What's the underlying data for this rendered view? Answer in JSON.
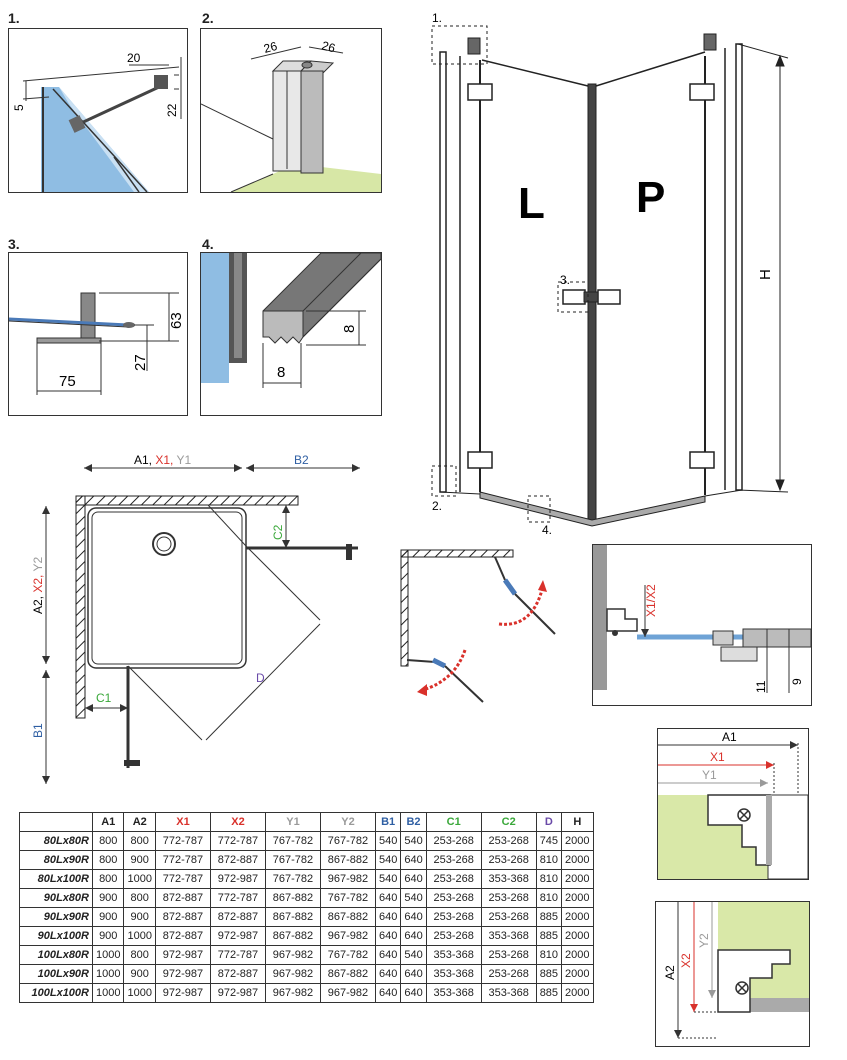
{
  "details": [
    {
      "number": "1.",
      "dims": {
        "top": "20",
        "side_left": "5",
        "side_right": "22"
      }
    },
    {
      "number": "2.",
      "dims": {
        "a": "26",
        "b": "26"
      }
    },
    {
      "number": "3.",
      "dims": {
        "height": "63",
        "lower": "27",
        "width": "75"
      }
    },
    {
      "number": "4.",
      "dims": {
        "height": "8",
        "width": "8"
      }
    }
  ],
  "main_drawing": {
    "left_label": "L",
    "right_label": "P",
    "height_label": "H",
    "callouts": [
      "1.",
      "2.",
      "3.",
      "4."
    ]
  },
  "plan": {
    "top_dim": {
      "a": "A1, ",
      "x": "X1, ",
      "y": "Y1"
    },
    "b2": "B2",
    "left_dim": {
      "a": "A2, ",
      "x": "X2, ",
      "y": "Y2"
    },
    "c2": "C2",
    "c1": "C1",
    "d": "D",
    "b1": "B1"
  },
  "adjust": {
    "x1x2": "X1/X2",
    "d11": "11",
    "d9": "9"
  },
  "top_detail": {
    "a1": "A1",
    "x1": "X1",
    "y1": "Y1"
  },
  "side_detail": {
    "a2": "A2",
    "x2": "X2",
    "y2": "Y2"
  },
  "colors": {
    "red": "#d9312b",
    "green": "#3aa83a",
    "blue": "#2f5fa3",
    "purple": "#6a4aa8",
    "grey": "#9a9a9a",
    "glass": "#9fc6e8",
    "lime": "#d9e8a8"
  },
  "table": {
    "headers": [
      "",
      "A1",
      "A2",
      "X1",
      "X2",
      "Y1",
      "Y2",
      "B1",
      "B2",
      "C1",
      "C2",
      "D",
      "H"
    ],
    "rows": [
      [
        "80Lx80R",
        "800",
        "800",
        "772-787",
        "772-787",
        "767-782",
        "767-782",
        "540",
        "540",
        "253-268",
        "253-268",
        "745",
        "2000"
      ],
      [
        "80Lx90R",
        "800",
        "900",
        "772-787",
        "872-887",
        "767-782",
        "867-882",
        "540",
        "640",
        "253-268",
        "253-268",
        "810",
        "2000"
      ],
      [
        "80Lx100R",
        "800",
        "1000",
        "772-787",
        "972-987",
        "767-782",
        "967-982",
        "540",
        "640",
        "253-268",
        "353-368",
        "810",
        "2000"
      ],
      [
        "90Lx80R",
        "900",
        "800",
        "872-887",
        "772-787",
        "867-882",
        "767-782",
        "640",
        "540",
        "253-268",
        "253-268",
        "810",
        "2000"
      ],
      [
        "90Lx90R",
        "900",
        "900",
        "872-887",
        "872-887",
        "867-882",
        "867-882",
        "640",
        "640",
        "253-268",
        "253-268",
        "885",
        "2000"
      ],
      [
        "90Lx100R",
        "900",
        "1000",
        "872-887",
        "972-987",
        "867-882",
        "967-982",
        "640",
        "640",
        "253-268",
        "353-368",
        "885",
        "2000"
      ],
      [
        "100Lx80R",
        "1000",
        "800",
        "972-987",
        "772-787",
        "967-982",
        "767-782",
        "640",
        "540",
        "353-368",
        "253-268",
        "810",
        "2000"
      ],
      [
        "100Lx90R",
        "1000",
        "900",
        "972-987",
        "872-887",
        "967-982",
        "867-882",
        "640",
        "640",
        "353-368",
        "253-268",
        "885",
        "2000"
      ],
      [
        "100Lx100R",
        "1000",
        "1000",
        "972-987",
        "972-987",
        "967-982",
        "967-982",
        "640",
        "640",
        "353-368",
        "353-368",
        "885",
        "2000"
      ]
    ]
  }
}
